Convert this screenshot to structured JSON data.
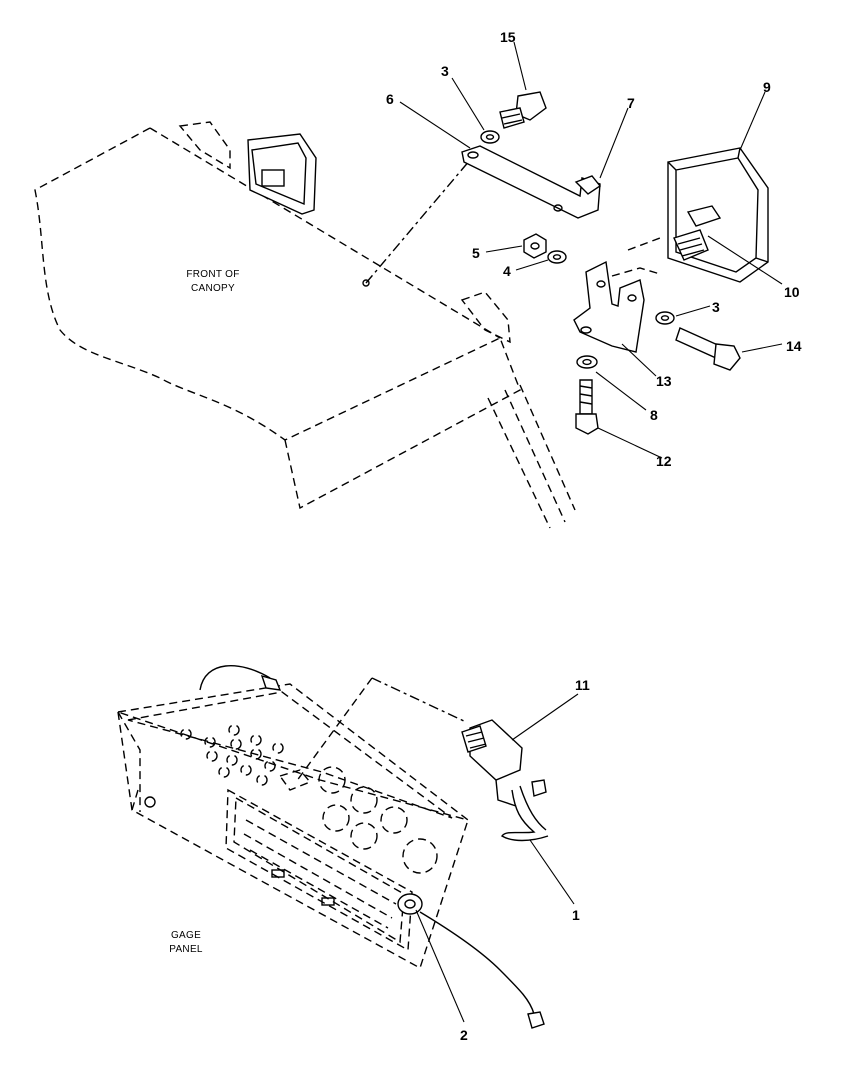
{
  "labels": {
    "front_of_canopy_line1": "FRONT OF",
    "front_of_canopy_line2": "CANOPY",
    "gage_panel_line1": "GAGE",
    "gage_panel_line2": "PANEL"
  },
  "callouts": {
    "c15": "15",
    "c3a": "3",
    "c6": "6",
    "c7": "7",
    "c9": "9",
    "c5": "5",
    "c4": "4",
    "c10": "10",
    "c3b": "3",
    "c14": "14",
    "c13": "13",
    "c8": "8",
    "c12": "12",
    "c11": "11",
    "c1": "1",
    "c2": "2"
  }
}
